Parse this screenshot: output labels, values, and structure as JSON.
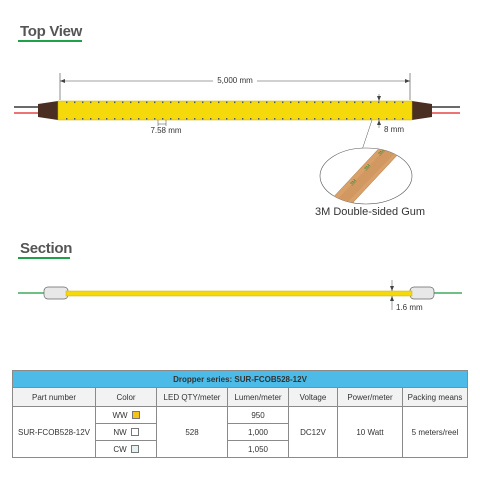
{
  "top_view": {
    "heading": "Top View",
    "length_label": "5,000 mm",
    "pitch_label": "7.58 mm",
    "cut_label": "8 mm",
    "gum_label": "3M Double-sided Gum",
    "gum_tape_text": "3M"
  },
  "section": {
    "heading": "Section",
    "thickness_label": "1.6 mm"
  },
  "colors": {
    "accent_green": "#21a04a",
    "strip_yellow": "#f5d90a",
    "title_bar_blue": "#4cbbe8",
    "wire_red": "#e02020",
    "ww_swatch": "#f3c419",
    "nw_swatch": "#ffffff",
    "cw_swatch": "#e6f2f2"
  },
  "table": {
    "title": "Dropper series: SUR-FCOB528-12V",
    "headers": [
      "Part number",
      "Color",
      "LED QTY/meter",
      "Lumen/meter",
      "Voltage",
      "Power/meter",
      "Packing means"
    ],
    "part_number": "SUR-FCOB528-12V",
    "colors": [
      "WW",
      "NW",
      "CW"
    ],
    "led_qty": "528",
    "lumens": [
      "950",
      "1,000",
      "1,050"
    ],
    "voltage": "DC12V",
    "power": "10 Watt",
    "packing": "5 meters/reel"
  }
}
